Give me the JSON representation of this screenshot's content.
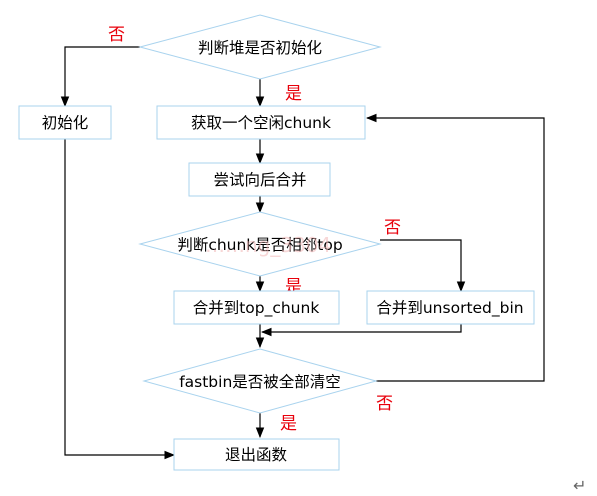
{
  "nodes": {
    "heap_check": "判断堆是否初始化",
    "init": "初始化",
    "get_chunk": "获取一个空闲chunk",
    "try_merge": "尝试向后合并",
    "top_check": "判断chunk是否相邻top",
    "merge_top": "合并到top_chunk",
    "merge_unsorted": "合并到unsorted_bin",
    "fastbin_check": "fastbin是否被全部清空",
    "exit": "退出函数"
  },
  "branches": {
    "heap_no": "否",
    "heap_yes": "是",
    "top_no": "否",
    "top_yes": "是",
    "fastbin_no": "否",
    "fastbin_yes": "是"
  },
  "watermark": "……ng_3304",
  "return_symbol": "↵",
  "colors": {
    "shape_border": "#a9d3ee",
    "branch_label": "#e8000b"
  }
}
